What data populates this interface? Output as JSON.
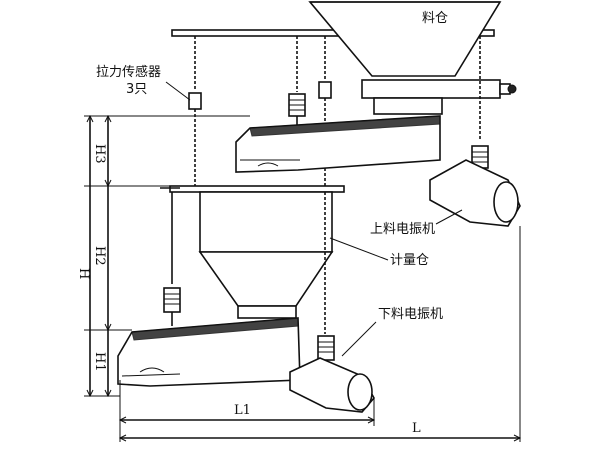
{
  "labels": {
    "silo": "料仓",
    "load_cell": "拉力传感器",
    "load_cell_count": "3只",
    "upper_feeder": "上料电振机",
    "weigh_hopper": "计量仓",
    "lower_feeder": "下料电振机"
  },
  "dimensions": {
    "H": "H",
    "H1": "H1",
    "H2": "H2",
    "H3": "H3",
    "L": "L",
    "L1": "L1"
  },
  "colors": {
    "line": "#111111",
    "background": "#ffffff"
  }
}
